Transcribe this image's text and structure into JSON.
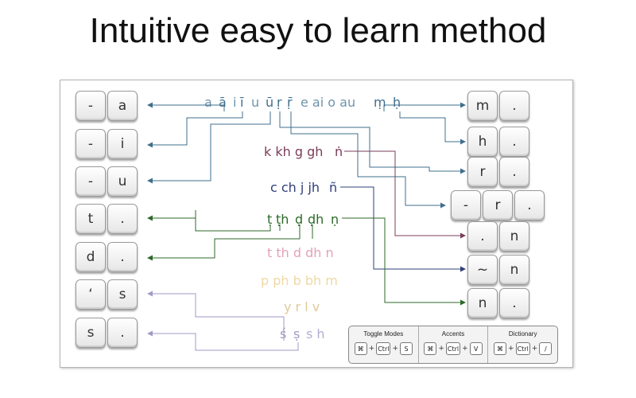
{
  "headline": "Intuitive easy to learn method",
  "left_keys": [
    [
      "-",
      "a"
    ],
    [
      "-",
      "i"
    ],
    [
      "-",
      "u"
    ],
    [
      "t",
      "."
    ],
    [
      "d",
      "."
    ],
    [
      "ʻ",
      "s"
    ],
    [
      "s",
      "."
    ]
  ],
  "right_keys": {
    "row1": [
      "m",
      "."
    ],
    "row2": [
      "h",
      "."
    ],
    "row3": [
      "r",
      "."
    ],
    "row4": [
      "-",
      "r",
      "."
    ],
    "row5": [
      ".",
      "n"
    ],
    "row6": [
      "~",
      "n"
    ],
    "row7": [
      "n",
      "."
    ]
  },
  "letters": {
    "vowels": {
      "a": "a",
      "aa": "ā",
      "i": "i",
      "ii": "ī",
      "u": "u",
      "uu": "ū",
      "r": "ṛ",
      "rr": "ṝ",
      "rest": "e ai o au"
    },
    "m": "ṃ",
    "h": "ḥ",
    "velar": {
      "base": "k kh g gh",
      "nasal": "ṅ"
    },
    "palatal": {
      "base": "c ch j jh",
      "nasal": "ñ"
    },
    "retro": {
      "t": "ṭ",
      "th": "ṭh",
      "d": "ḍ",
      "dh": "ḍh",
      "n": "ṇ"
    },
    "dental": "t th d dh n",
    "labial": "p ph b bh m",
    "semi": "y r l v",
    "sib": {
      "s1": "ś",
      "s2": "ṣ",
      "rest": "s h"
    }
  },
  "colors": {
    "vowels": "#3f6f8e",
    "velar": "#7a3c59",
    "palatal": "#2f3f79",
    "retro": "#2c6a28",
    "dental": "#e3a2b9",
    "labial": "#efd9a4",
    "semi": "#e1c99a",
    "sib": "#a19ac4"
  },
  "shortcuts": [
    {
      "title": "Toggle Modes",
      "keys": [
        "⌘",
        "Ctrl",
        "S"
      ]
    },
    {
      "title": "Accents",
      "keys": [
        "⌘",
        "Ctrl",
        "V"
      ]
    },
    {
      "title": "Dictionary",
      "keys": [
        "⌘",
        "Ctrl",
        "/"
      ]
    }
  ]
}
